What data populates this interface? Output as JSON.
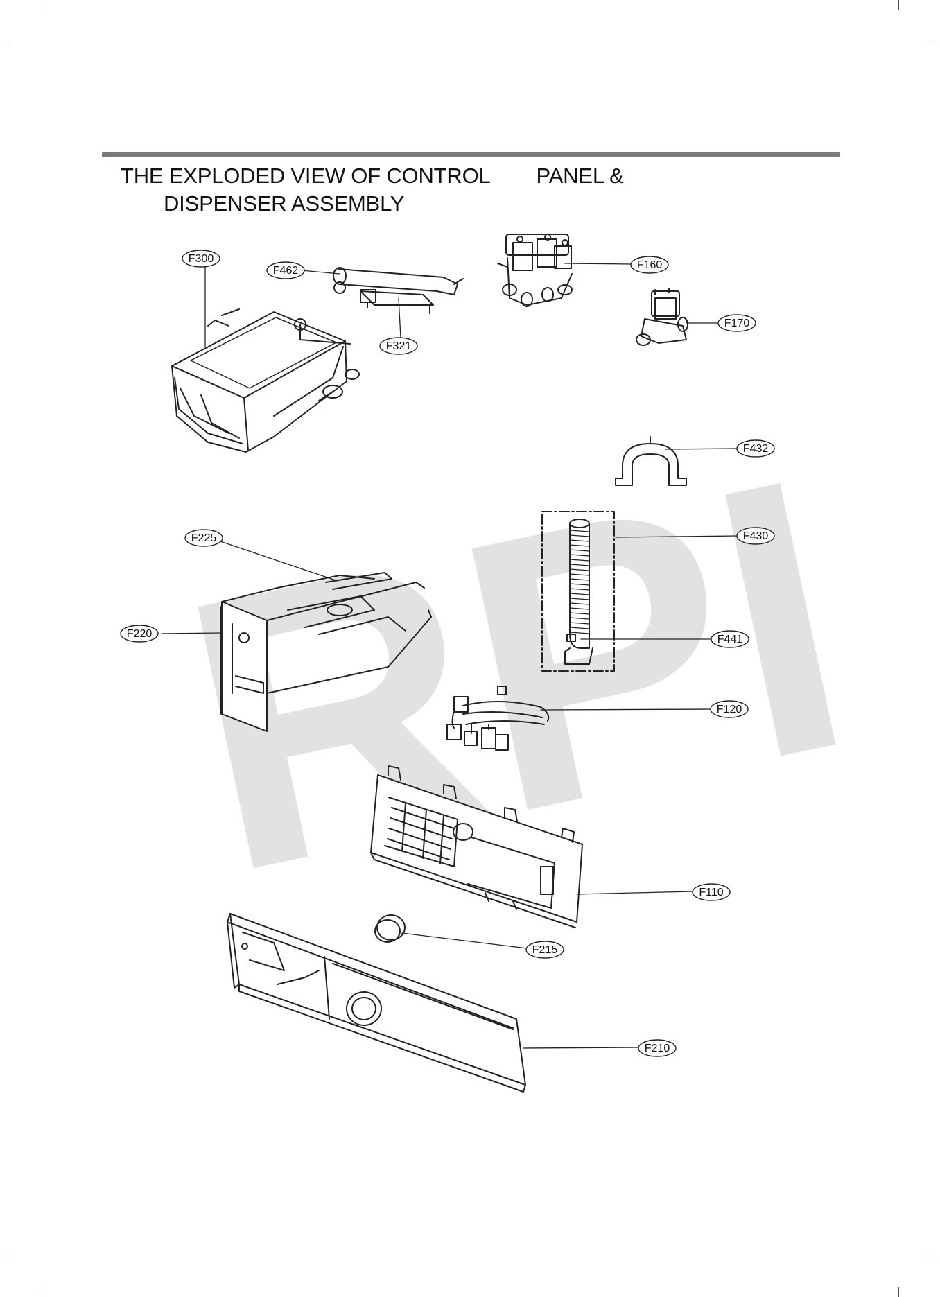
{
  "title": {
    "line1_left": "THE EXPLODED VIEW OF CONTROL",
    "line1_right": "PANEL &",
    "line2": "DISPENSER ASSEMBLY"
  },
  "watermark": "RPI",
  "colors": {
    "rule": "#7a7a7a",
    "watermark": "#e2e2e2",
    "line": "#222222"
  },
  "parts": [
    {
      "id": "F300",
      "label": "F300",
      "name": "dispenser-housing"
    },
    {
      "id": "F462",
      "label": "F462",
      "name": "inlet-hose-upper"
    },
    {
      "id": "F321",
      "label": "F321",
      "name": "hose-clamp-assembly"
    },
    {
      "id": "F160",
      "label": "F160",
      "name": "multi-inlet-valve"
    },
    {
      "id": "F170",
      "label": "F170",
      "name": "single-inlet-valve"
    },
    {
      "id": "F432",
      "label": "F432",
      "name": "hose-clip"
    },
    {
      "id": "F430",
      "label": "F430",
      "name": "bellows-hose"
    },
    {
      "id": "F441",
      "label": "F441",
      "name": "hose-clamp-lower"
    },
    {
      "id": "F225",
      "label": "F225",
      "name": "drawer-handle-cover"
    },
    {
      "id": "F220",
      "label": "F220",
      "name": "dispenser-drawer"
    },
    {
      "id": "F120",
      "label": "F120",
      "name": "wire-harness"
    },
    {
      "id": "F110",
      "label": "F110",
      "name": "pcb-assembly"
    },
    {
      "id": "F215",
      "label": "F215",
      "name": "knob"
    },
    {
      "id": "F210",
      "label": "F210",
      "name": "control-panel"
    }
  ]
}
